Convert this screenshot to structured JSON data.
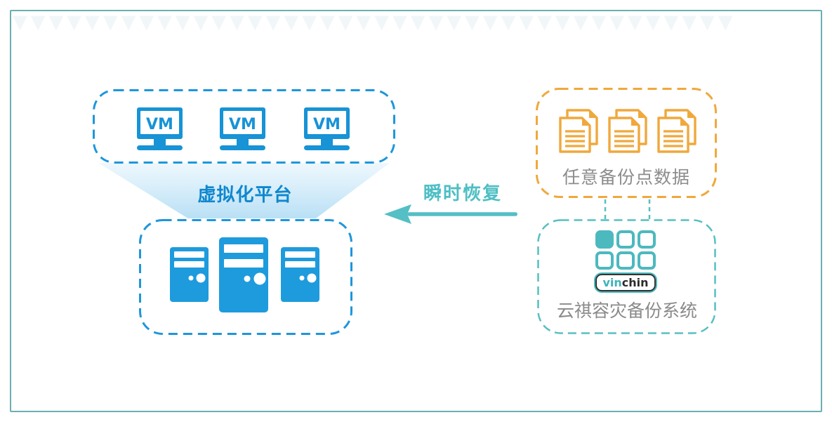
{
  "canvas": {
    "watermark_glyph": "▼"
  },
  "virtualization": {
    "vm_label": "VM",
    "vm_count": 3,
    "platform_label": "虚拟化平台",
    "server_count": 3
  },
  "recovery": {
    "label": "瞬时恢复",
    "arrow_direction": "left"
  },
  "backup_data": {
    "label": "任意备份点数据",
    "document_count": 3
  },
  "vinchin": {
    "label": "云祺容灾备份系统",
    "logo_text_primary": "vin",
    "logo_text_secondary": "chin"
  },
  "colors": {
    "frame_border": "#6cafb2",
    "blue": "#1e96dc",
    "blue_text": "#0e87ce",
    "teal": "#54bfc5",
    "orange": "#f0a83c",
    "gray_text": "#8c8c8c",
    "funnel_top": "#eef8fd",
    "funnel_bottom": "#b9e0f5",
    "logo_teal": "#4cb9bf"
  }
}
